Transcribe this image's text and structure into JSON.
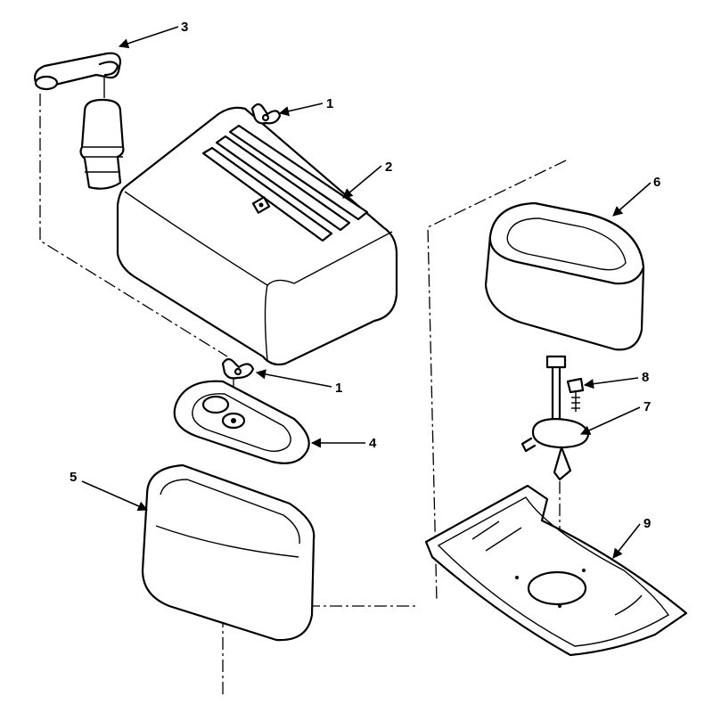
{
  "diagram": {
    "callouts": [
      {
        "id": "c1a",
        "label": "1"
      },
      {
        "id": "c1b",
        "label": "1"
      },
      {
        "id": "c2",
        "label": "2"
      },
      {
        "id": "c3",
        "label": "3"
      },
      {
        "id": "c4",
        "label": "4"
      },
      {
        "id": "c5",
        "label": "5"
      },
      {
        "id": "c6",
        "label": "6"
      },
      {
        "id": "c7",
        "label": "7"
      },
      {
        "id": "c8",
        "label": "8"
      },
      {
        "id": "c9",
        "label": "9"
      }
    ]
  }
}
